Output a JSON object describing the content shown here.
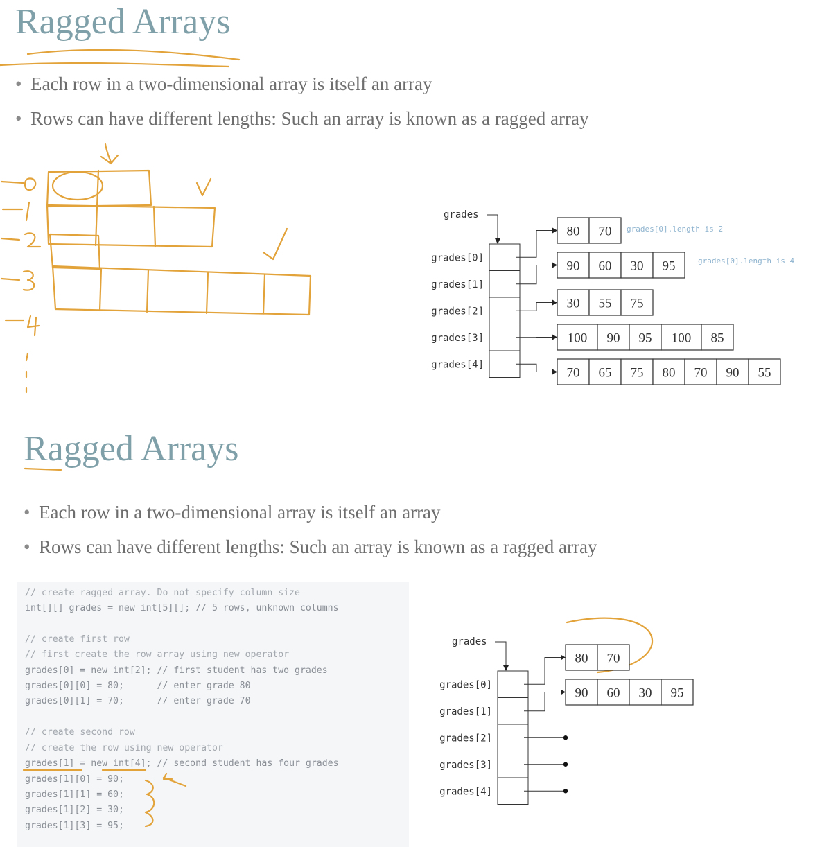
{
  "slide1": {
    "title": "Ragged Arrays",
    "bullets": [
      "Each row in a two-dimensional array is itself an array",
      "Rows can have different lengths: Such an array is known as a ragged array"
    ],
    "sketch_labels": [
      "0",
      "1",
      "2",
      "3",
      "4"
    ],
    "diagram": {
      "root_label": "grades",
      "index_labels": [
        "grades[0]",
        "grades[1]",
        "grades[2]",
        "grades[3]",
        "grades[4]"
      ],
      "rows": [
        [
          "80",
          "70"
        ],
        [
          "90",
          "60",
          "30",
          "95"
        ],
        [
          "30",
          "55",
          "75"
        ],
        [
          "100",
          "90",
          "95",
          "100",
          "85"
        ],
        [
          "70",
          "65",
          "75",
          "80",
          "70",
          "90",
          "55"
        ]
      ],
      "notes": [
        "grades[0].length is 2",
        "grades[0].length is 4"
      ]
    }
  },
  "slide2": {
    "title": "Ragged Arrays",
    "bullets": [
      "Each row in a two-dimensional array is itself an array",
      "Rows can have different lengths: Such an array is known as a ragged array"
    ],
    "code": [
      "// create ragged array. Do not specify column size",
      "int[][] grades = new int[5][]; // 5 rows, unknown columns",
      "",
      "// create first row",
      "// first create the row array using new operator",
      "grades[0] = new int[2]; // first student has two grades",
      "grades[0][0] = 80;      // enter grade 80",
      "grades[0][1] = 70;      // enter grade 70",
      "",
      "// create second row",
      "// create the row using new operator",
      "grades[1] = new int[4]; // second student has four grades",
      "grades[1][0] = 90;",
      "grades[1][1] = 60;",
      "grades[1][2] = 30;",
      "grades[1][3] = 95;"
    ],
    "diagram": {
      "root_label": "grades",
      "index_labels": [
        "grades[0]",
        "grades[1]",
        "grades[2]",
        "grades[3]",
        "grades[4]"
      ],
      "rows": [
        [
          "80",
          "70"
        ],
        [
          "90",
          "60",
          "30",
          "95"
        ]
      ]
    }
  },
  "colors": {
    "title": "#7fa0a8",
    "bullet": "#6e6e6e",
    "annotation": "#e3a33b",
    "code_bg": "#f4f6f8"
  }
}
